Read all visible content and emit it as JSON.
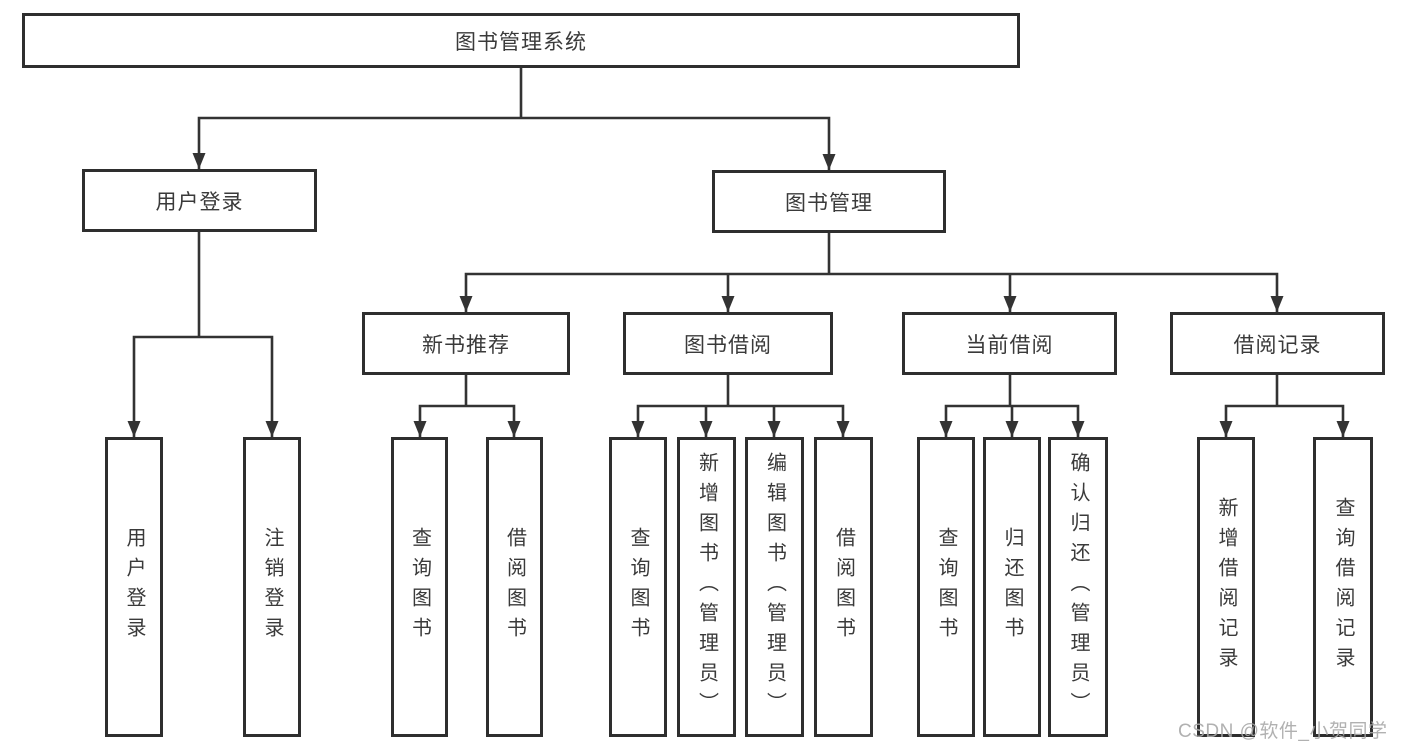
{
  "diagram_type": "functional-structure-tree",
  "tree": {
    "label": "图书管理系统",
    "children": [
      {
        "label": "用户登录",
        "children": [
          {
            "label": "用户登录"
          },
          {
            "label": "注销登录"
          }
        ]
      },
      {
        "label": "图书管理",
        "children": [
          {
            "label": "新书推荐",
            "children": [
              {
                "label": "查询图书"
              },
              {
                "label": "借阅图书"
              }
            ]
          },
          {
            "label": "图书借阅",
            "children": [
              {
                "label": "查询图书"
              },
              {
                "label": "新增图书（管理员）"
              },
              {
                "label": "编辑图书（管理员）"
              },
              {
                "label": "借阅图书"
              }
            ]
          },
          {
            "label": "当前借阅",
            "children": [
              {
                "label": "查询图书"
              },
              {
                "label": "归还图书"
              },
              {
                "label": "确认归还（管理员）"
              }
            ]
          },
          {
            "label": "借阅记录",
            "children": [
              {
                "label": "新增借阅记录"
              },
              {
                "label": "查询借阅记录"
              }
            ]
          }
        ]
      }
    ]
  },
  "watermark": {
    "text": "CSDN @软件_小贺同学"
  },
  "colors": {
    "background": "#ffffff",
    "box_border": "#2e2e2e",
    "line": "#333333",
    "text": "#3a3a3a",
    "watermark": "#a8a8a8"
  }
}
